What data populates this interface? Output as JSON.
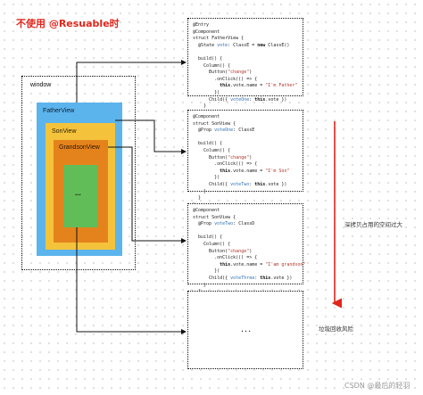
{
  "title": "不使用 @Resuable时",
  "hierarchy": {
    "window_label": "window",
    "father_label": "FatherView",
    "son_label": "SonView",
    "grandson_label": "GrandsonView",
    "inner_label": "..."
  },
  "code_blocks": [
    {
      "id": "father",
      "lines": [
        "@Entry",
        "@Component",
        "struct FatherView {",
        "  @State vote: ClassE = new ClassE()",
        "",
        "  build() {",
        "    Column() {",
        "      Button(\"change\")",
        "        .onClick(() => {",
        "          this.vote.name = \"I'm Father\"",
        "        })",
        "      Child({ voteOne: this.vote })",
        "    }",
        "  }",
        "}"
      ]
    },
    {
      "id": "son",
      "lines": [
        "@Component",
        "struct SonView {",
        "  @Prop voteOne: ClassE",
        "",
        "  build() {",
        "    Column() {",
        "      Button(\"change\")",
        "        .onClick(() => {",
        "          this.vote.name = \"I'm Son\"",
        "        })",
        "      Child({ voteTwo: this.vote })",
        "    }",
        "  }",
        "}"
      ]
    },
    {
      "id": "grandson",
      "lines": [
        "@Component",
        "struct SonView {",
        "  @Prop voteTwo: ClassD",
        "",
        "  build() {",
        "    Column() {",
        "      Button(\"change\")",
        "        .onClick(() => {",
        "          this.vote.name = \"I'am grandson\"",
        "        })",
        "      Child({ voteThree: this.vote })",
        "    }",
        "  }",
        "}"
      ]
    }
  ],
  "ellipsis_box_text": "...",
  "notes": {
    "deep_copy": "深拷贝占用的空间过大",
    "gc_risk": "垃圾回收风险"
  },
  "watermark": "CSDN @最后的轻羽",
  "colors": {
    "title_red": "#e0261c",
    "window_blue": "#5cb4ec",
    "son_yellow": "#f5c33b",
    "grandson_orange": "#e4831c",
    "inner_green": "#61bd58",
    "arrow_red": "#e0261c"
  }
}
